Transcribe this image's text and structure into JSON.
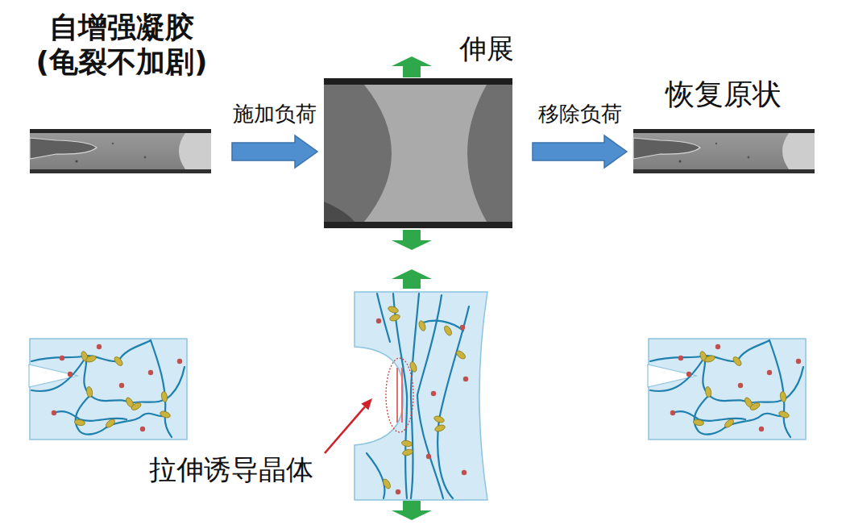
{
  "diagram": {
    "nodes": [
      {
        "text": [
          "自增强凝胶 (龟裂不加剧)"
        ]
      },
      {
        "text": [
          "伸展"
        ]
      },
      {
        "text": [
          "恢复原状"
        ]
      }
    ],
    "edges": [
      {
        "from": 0,
        "to": 1,
        "label": "施加负荷",
        "arrow": "to"
      },
      {
        "from": 1,
        "to": 2,
        "label": "移除负荷",
        "arrow": "to"
      }
    ],
    "labels": [
      "拉伸诱导晶体"
    ]
  }
}
